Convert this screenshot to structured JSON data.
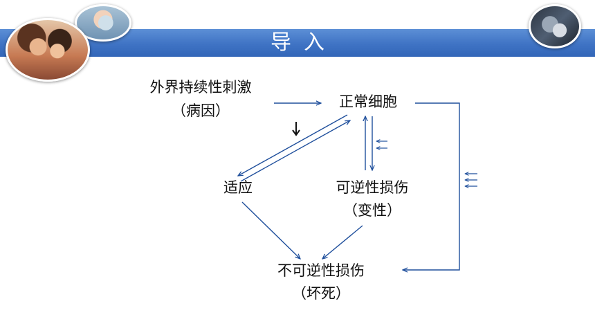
{
  "header": {
    "title": "导入"
  },
  "diagram": {
    "nodes": {
      "stimulus_line1": "外界持续性刺激",
      "stimulus_line2": "（病因）",
      "normal_cell": "正常细胞",
      "adaptation": "适应",
      "reversible_line1": "可逆性损伤",
      "reversible_line2": "（变性）",
      "irreversible_line1": "不可逆性损伤",
      "irreversible_line2": "（坏死）"
    }
  },
  "images": [
    {
      "name": "children-photo"
    },
    {
      "name": "doctor-photo"
    },
    {
      "name": "hands-photo"
    }
  ]
}
